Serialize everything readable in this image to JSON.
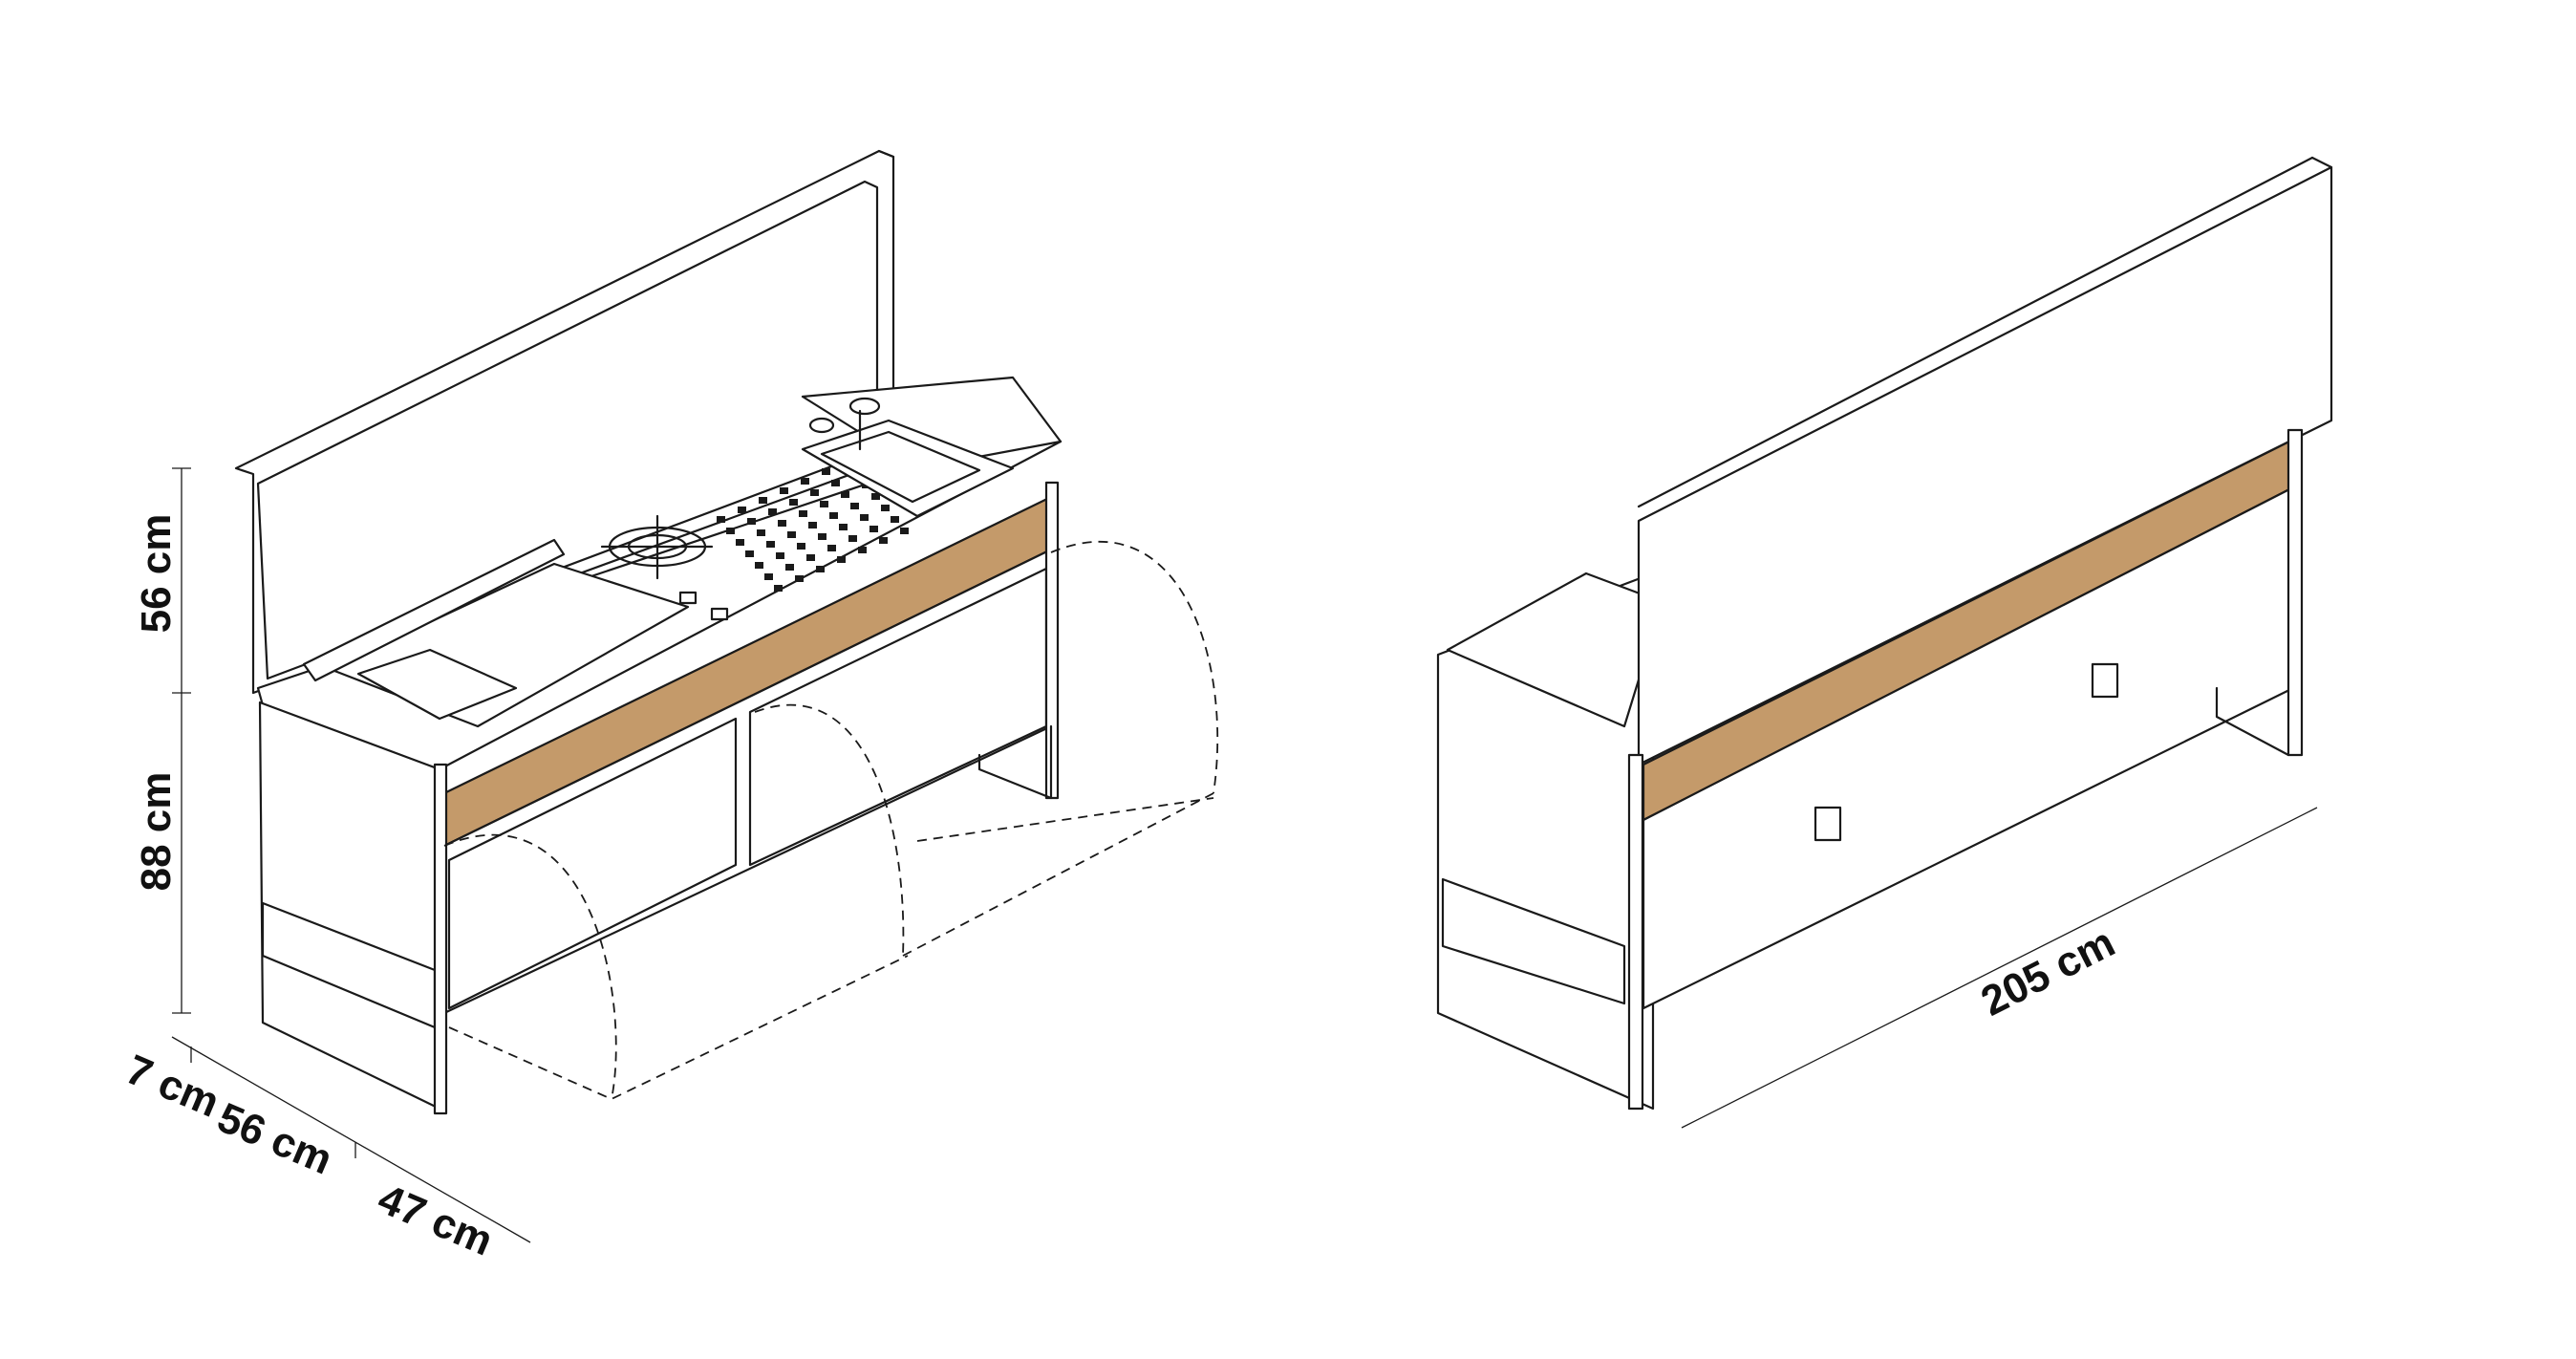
{
  "colors": {
    "line": "#1a1a1a",
    "wood_panel": "#c49a6a",
    "background": "#ffffff"
  },
  "front_view": {
    "dim_height_upper": "56 cm",
    "dim_height_lower": "88 cm",
    "dim_depth_overhang": "7 cm",
    "dim_depth_cabinet": "56 cm",
    "dim_depth_open": "47 cm"
  },
  "back_view": {
    "dim_width": "205 cm"
  }
}
